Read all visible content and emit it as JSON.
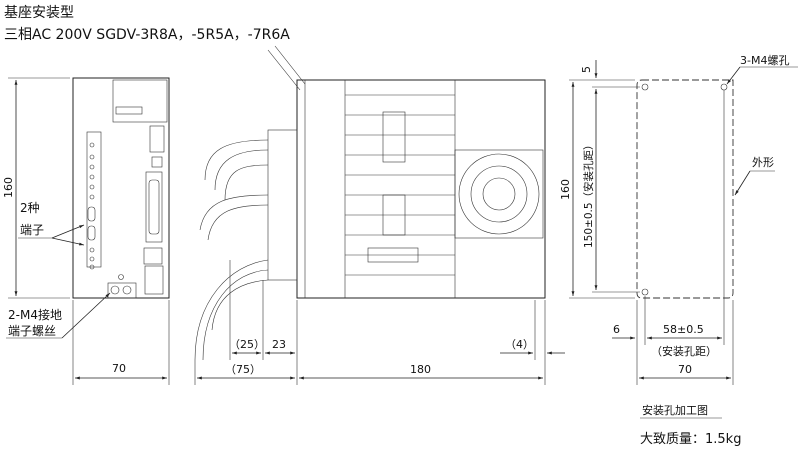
{
  "header": {
    "title": "基座安装型",
    "subtitle": "三相AC 200V   SGDV-3R8A，-5R5A，-7R6A"
  },
  "front_view": {
    "height_dim": "160",
    "width_dim": "70",
    "terminal_label_line1": "2种",
    "terminal_label_line2": "端子",
    "ground_label_line1": "2-M4接地",
    "ground_label_line2": "端子螺丝"
  },
  "side_view": {
    "dim_25": "（25）",
    "dim_23": "23",
    "dim_75": "（75）",
    "dim_180": "180",
    "dim_4": "（4）"
  },
  "mounting_view": {
    "holes_label": "3-M4螺孔",
    "top_offset": "5",
    "height_dim": "160",
    "hole_pitch_v": "150±0.5（安装孔距）",
    "outline_label": "外形",
    "left_offset": "6",
    "hole_pitch_h": "58±0.5",
    "hole_pitch_h_note": "（安装孔距）",
    "width_dim": "70",
    "caption": "安装孔加工图",
    "mass": "大致质量：1.5kg"
  }
}
